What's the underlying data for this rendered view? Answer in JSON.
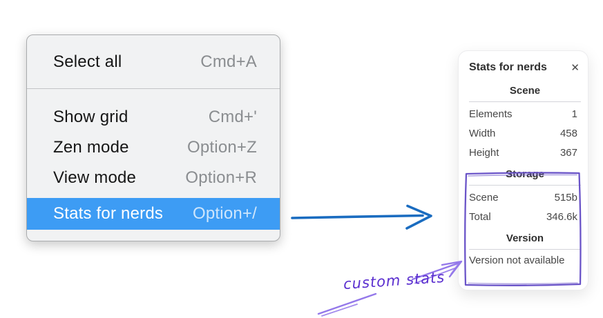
{
  "menu": {
    "items": [
      {
        "label": "Select all",
        "shortcut": "Cmd+A",
        "highlighted": false
      },
      {
        "label": "Show grid",
        "shortcut": "Cmd+'",
        "highlighted": false
      },
      {
        "label": "Zen mode",
        "shortcut": "Option+Z",
        "highlighted": false
      },
      {
        "label": "View mode",
        "shortcut": "Option+R",
        "highlighted": false
      },
      {
        "label": "Stats for nerds",
        "shortcut": "Option+/",
        "highlighted": true
      }
    ],
    "highlight_color": "#3d9cf4"
  },
  "stats_panel": {
    "title": "Stats for nerds",
    "close_icon": "✕",
    "sections": [
      {
        "heading": "Scene",
        "rows": [
          {
            "label": "Elements",
            "value": "1"
          },
          {
            "label": "Width",
            "value": "458"
          },
          {
            "label": "Height",
            "value": "367"
          }
        ]
      },
      {
        "heading": "Storage",
        "rows": [
          {
            "label": "Scene",
            "value": "515b"
          },
          {
            "label": "Total",
            "value": "346.6k"
          }
        ]
      },
      {
        "heading": "Version",
        "note": "Version not available"
      }
    ]
  },
  "annotations": {
    "label": "custom stats",
    "label_color": "#5a2ecf",
    "sketch_arrow_color": "#9478ea",
    "sketch_box_color": "#6a54c8",
    "flow_arrow_color": "#1a6cc0"
  }
}
